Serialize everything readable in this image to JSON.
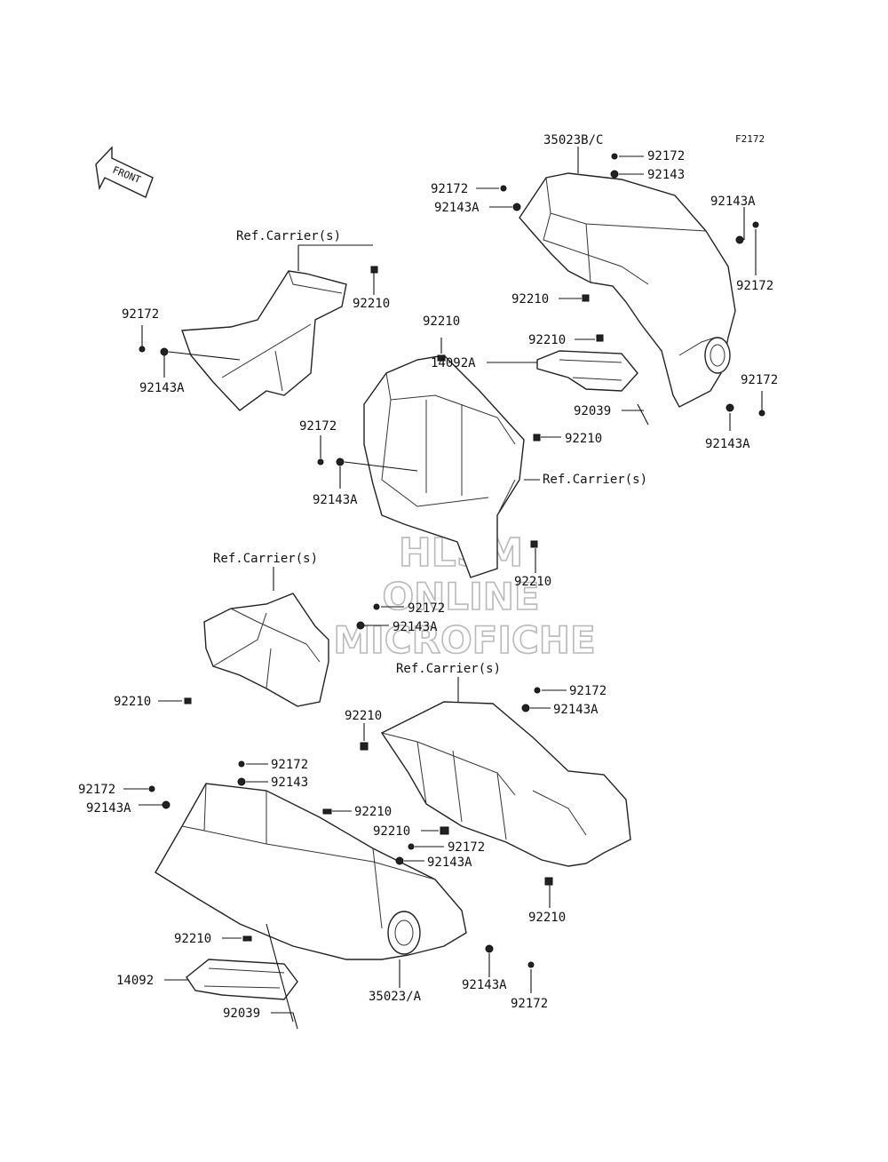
{
  "figure_id": "F2172",
  "front_arrow_label": "FRONT",
  "watermark": {
    "line1": "HLSM",
    "line2": "ONLINE",
    "line3": "MICROFICHE"
  },
  "callouts": [
    "35023B/C",
    "92172",
    "92143",
    "92172",
    "92143A",
    "92143A",
    "92172",
    "92210",
    "92210",
    "14092A",
    "92039",
    "92172",
    "92143A",
    "Ref.Carrier(s)",
    "92210",
    "92172",
    "92143A",
    "92210",
    "92210",
    "92172",
    "92143A",
    "Ref.Carrier(s)",
    "92210",
    "Ref.Carrier(s)",
    "92172",
    "92143A",
    "92210",
    "Ref.Carrier(s)",
    "92172",
    "92143A",
    "92210",
    "92172",
    "92143",
    "92172",
    "92143A",
    "92210",
    "92210",
    "92172",
    "92143A",
    "92210",
    "92210",
    "14092",
    "92039",
    "35023/A",
    "92143A",
    "92172"
  ]
}
